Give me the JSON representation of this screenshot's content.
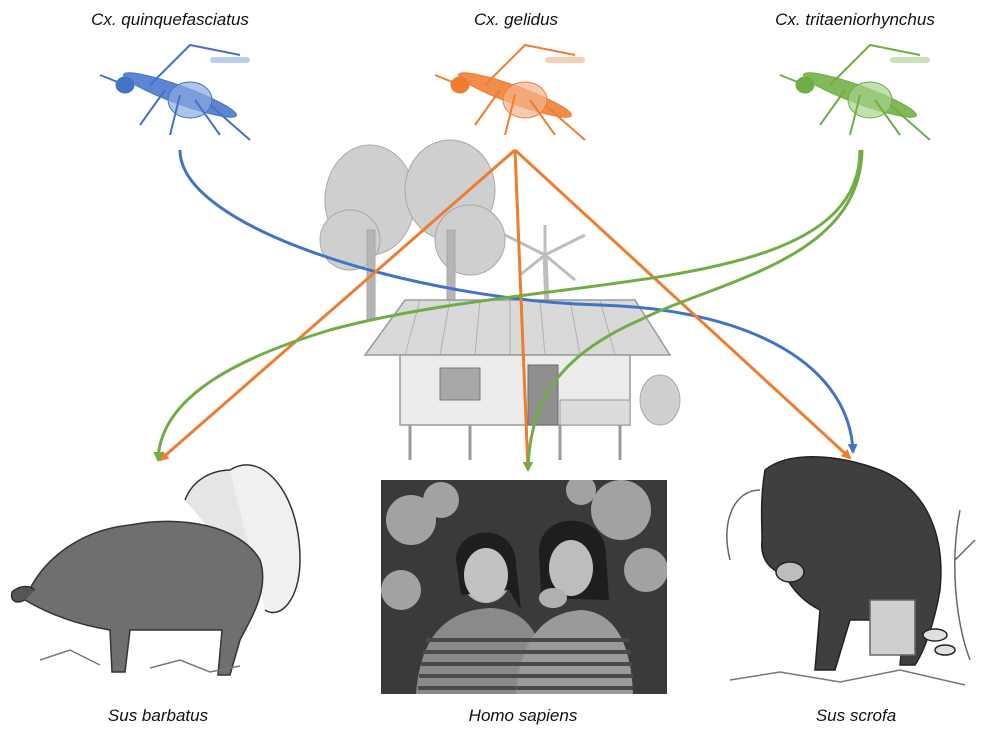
{
  "vectors": [
    {
      "name": "Cx. quinquefasciatus",
      "color": "#4472c4"
    },
    {
      "name": "Cx. gelidus",
      "color": "#ed7d31"
    },
    {
      "name": "Cx. tritaeniorhynchus",
      "color": "#70ad47"
    }
  ],
  "hosts": [
    {
      "name": "Sus barbatus"
    },
    {
      "name": "Homo sapiens"
    },
    {
      "name": "Sus scrofa"
    }
  ],
  "links": [
    {
      "from": 0,
      "to": 2,
      "color": "#4472c4"
    },
    {
      "from": 1,
      "to": 0,
      "color": "#ed7d31"
    },
    {
      "from": 1,
      "to": 1,
      "color": "#ed7d31"
    },
    {
      "from": 1,
      "to": 2,
      "color": "#ed7d31"
    },
    {
      "from": 2,
      "to": 0,
      "color": "#70ad47"
    },
    {
      "from": 2,
      "to": 1,
      "color": "#70ad47"
    }
  ],
  "icons": {
    "mosquito": "mosquito-icon",
    "house": "stilt-house-illustration",
    "trees": "tree-illustration",
    "boar": "wild-boar-illustration",
    "photo": "people-photo"
  }
}
